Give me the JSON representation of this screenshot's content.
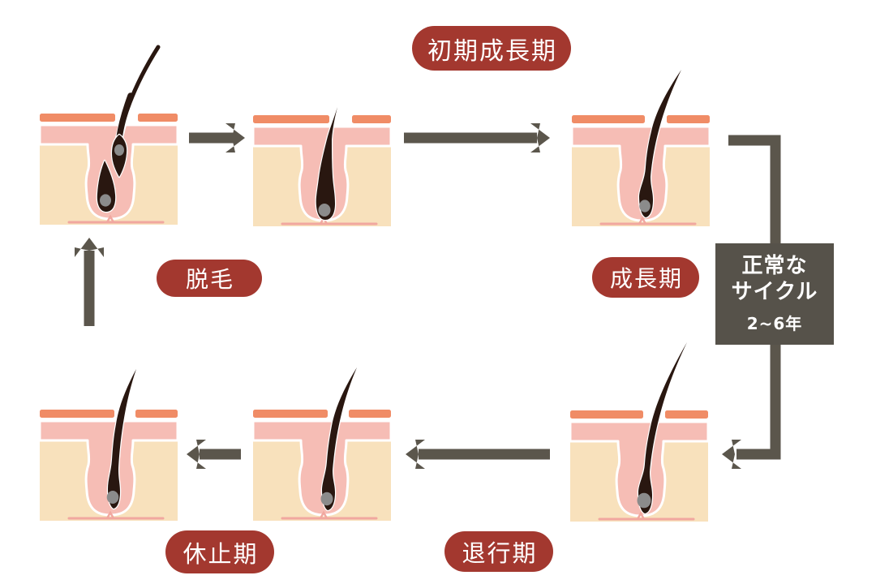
{
  "diagram": {
    "title": "hair growth cycle",
    "labels": {
      "early_growth": "初期成長期",
      "growth": "成長期",
      "regression": "退行期",
      "rest": "休止期",
      "shedding": "脱毛"
    },
    "cycle_box": {
      "line1": "正常な",
      "line2": "サイクル",
      "duration": "2~6年"
    },
    "illustrations": [
      {
        "name": "skin-follicle-shedding-and-regrowth",
        "variant": "shed"
      },
      {
        "name": "skin-follicle-early-growth",
        "variant": "emerging"
      },
      {
        "name": "skin-follicle-growth",
        "variant": "anagen"
      },
      {
        "name": "skin-follicle-regression",
        "variant": "catagen"
      },
      {
        "name": "skin-follicle-rest",
        "variant": "telogen"
      },
      {
        "name": "skin-follicle-late-rest",
        "variant": "late"
      }
    ],
    "icons": {
      "flow": [
        "arrow-right-icon",
        "arrow-right-icon",
        "elbow-arrow-down-left-icon",
        "arrow-left-icon",
        "arrow-left-icon",
        "arrow-up-icon"
      ]
    },
    "colors": {
      "background": "#FFFFFF",
      "label_pill": "#A3382F",
      "label_text": "#FFFFFF",
      "arrow": "#5B564C",
      "cycle_box_bg": "#56524A",
      "cycle_box_text": "#FFFFFF",
      "skin_surface": "#F08C66",
      "epidermis": "#F6BDB5",
      "dermis": "#F8E1BC",
      "fat_cell": "#F3AFA7",
      "cell_nucleus": "#F8E3BE",
      "follicle_baseline": "#F1A79F",
      "hair": "#291710",
      "hair_bulb_dot": "#8B8B8B"
    }
  }
}
